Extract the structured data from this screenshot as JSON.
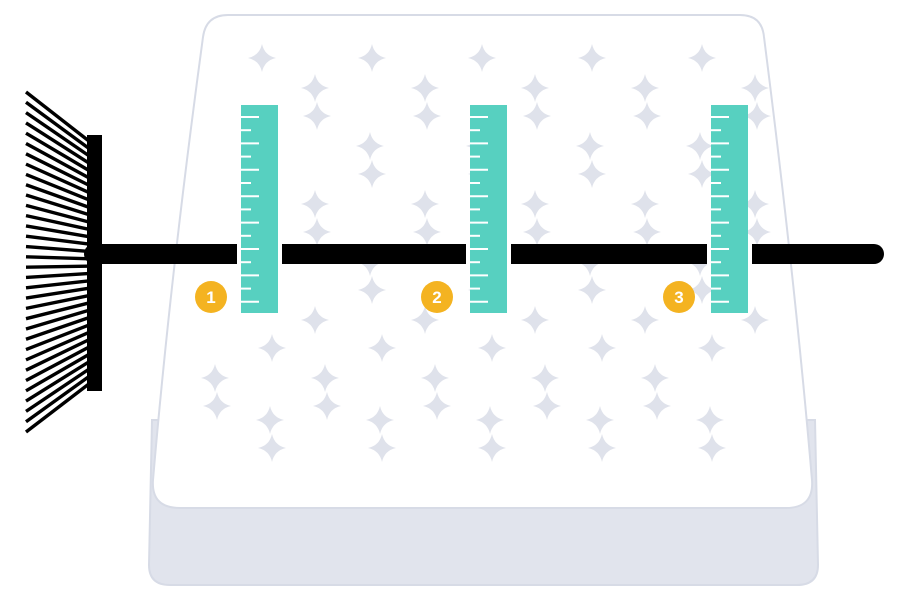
{
  "colors": {
    "mattress_top": "#ffffff",
    "mattress_side": "#e1e4ed",
    "mattress_outline": "#d7dbe6",
    "sparkle": "#dfe2eb",
    "broom": "#000000",
    "ruler": "#57d0c0",
    "ruler_tick": "#ffffff",
    "marker": "#f4b321",
    "marker_text": "#ffffff"
  },
  "icons": {
    "broom": "broom-icon",
    "ruler": "ruler-icon",
    "sparkle": "sparkle-icon",
    "mattress": "mattress-icon"
  },
  "measurements": [
    {
      "label": "1"
    },
    {
      "label": "2"
    },
    {
      "label": "3"
    }
  ]
}
